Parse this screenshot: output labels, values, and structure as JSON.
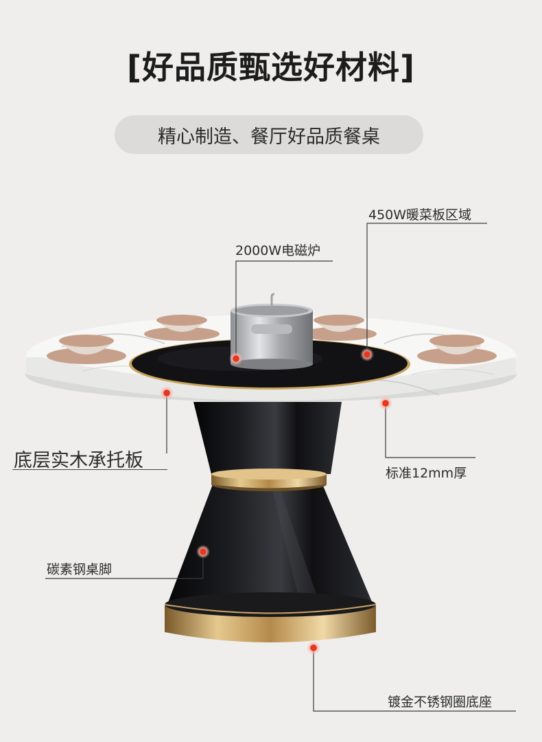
{
  "header": {
    "title": "[好品质甄选好材料]",
    "subtitle": "精心制造、餐厅好品质餐桌"
  },
  "callouts": {
    "warming_zone": "450W暖菜板区域",
    "induction": "2000W电磁炉",
    "wood_board": "底层实木承托板",
    "thickness": "标准12mm厚",
    "steel_leg": "碳素钢桌脚",
    "gold_base": "镀金不锈钢圈底座"
  },
  "colors": {
    "background": "#efeeed",
    "pill": "#dcdbda",
    "marker": "#e5361f",
    "gold": "#c9a160",
    "leg": "#121214"
  }
}
